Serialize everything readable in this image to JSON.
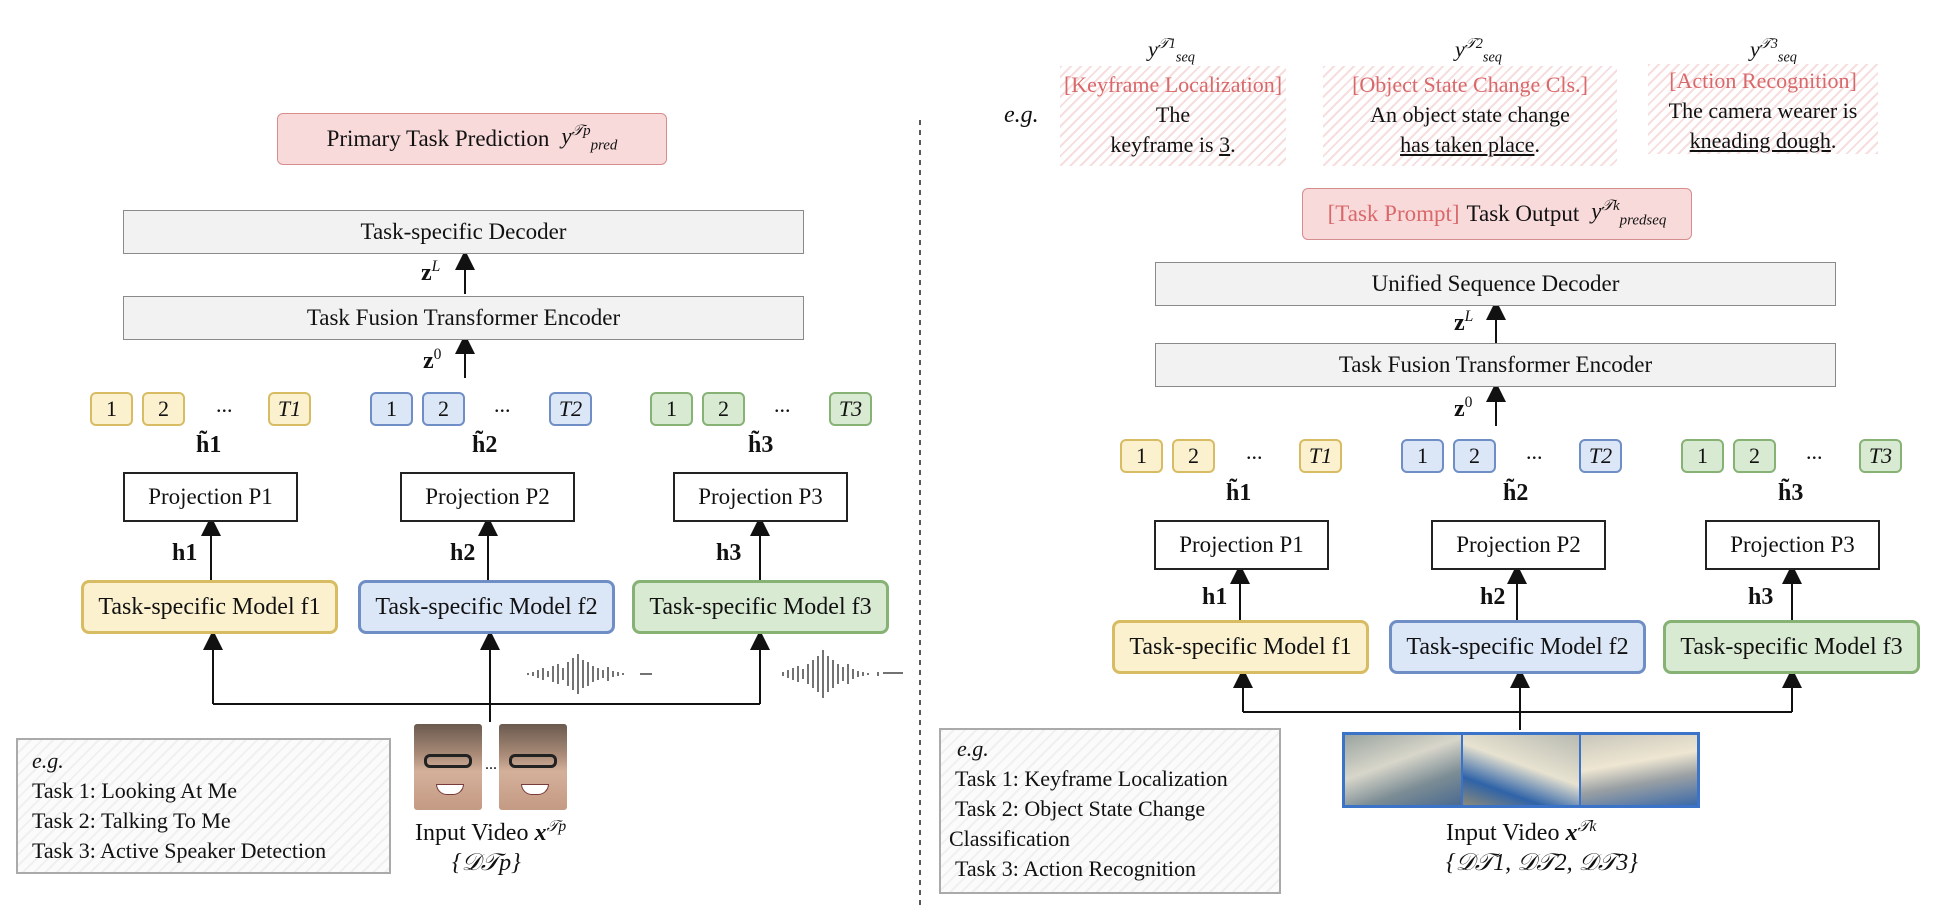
{
  "left": {
    "pred_label": "Primary Task Prediction",
    "pred_sym": "y",
    "pred_sup": "𝒯p",
    "pred_sub": "pred",
    "decoder": "Task-specific Decoder",
    "encoder": "Task Fusion Transformer Encoder",
    "zL": "z",
    "zL_sup": "L",
    "z0": "z",
    "z0_sup": "0",
    "tokens": [
      {
        "a": "1",
        "b": "2",
        "dots": "...",
        "last": "T1"
      },
      {
        "a": "1",
        "b": "2",
        "dots": "...",
        "last": "T2"
      },
      {
        "a": "1",
        "b": "2",
        "dots": "...",
        "last": "T3"
      }
    ],
    "htilde": [
      "h̃1",
      "h̃2",
      "h̃3"
    ],
    "projections": [
      "Projection P1",
      "Projection P2",
      "Projection P3"
    ],
    "h": [
      "h1",
      "h2",
      "h3"
    ],
    "models": [
      "Task-specific Model f1",
      "Task-specific Model f2",
      "Task-specific Model f3"
    ],
    "eg_title": "e.g.",
    "eg_lines": [
      "Task 1: Looking At Me",
      "Task 2: Talking To Me",
      "Task 3: Active Speaker Detection"
    ],
    "input_label": "Input Video",
    "input_sym": "x",
    "input_sup": "𝒯p",
    "dataset": "{𝒟𝒯p}",
    "frames_dots": "..."
  },
  "right": {
    "eg": "e.g.",
    "examples": [
      {
        "sym": "y",
        "sup": "𝒯1",
        "sub": "seq",
        "red": "[Keyframe Localization]",
        "text1": "The",
        "text2": "keyframe is ",
        "underline": "3",
        "end": "."
      },
      {
        "sym": "y",
        "sup": "𝒯2",
        "sub": "seq",
        "red": "[Object State Change Cls.]",
        "text1": "An object state change",
        "text2": "",
        "underline": "has taken place",
        "end": "."
      },
      {
        "sym": "y",
        "sup": "𝒯3",
        "sub": "seq",
        "red": "[Action Recognition]",
        "text1": "The camera wearer is",
        "text2": "",
        "underline": "kneading dough",
        "end": "."
      }
    ],
    "prompt_red": "[Task Prompt]",
    "prompt_text": "Task Output",
    "prompt_sym": "y",
    "prompt_sup": "𝒯k",
    "prompt_sub": "predseq",
    "decoder": "Unified Sequence Decoder",
    "encoder": "Task Fusion Transformer Encoder",
    "zL": "z",
    "zL_sup": "L",
    "z0": "z",
    "z0_sup": "0",
    "tokens": [
      {
        "a": "1",
        "b": "2",
        "dots": "...",
        "last": "T1"
      },
      {
        "a": "1",
        "b": "2",
        "dots": "...",
        "last": "T2"
      },
      {
        "a": "1",
        "b": "2",
        "dots": "...",
        "last": "T3"
      }
    ],
    "htilde": [
      "h̃1",
      "h̃2",
      "h̃3"
    ],
    "projections": [
      "Projection P1",
      "Projection P2",
      "Projection  P3"
    ],
    "h": [
      "h1",
      "h2",
      "h3"
    ],
    "models": [
      "Task-specific Model f1",
      "Task-specific Model f2",
      "Task-specific Model f3"
    ],
    "eg_title": "e.g.",
    "eg_lines": [
      "Task 1: Keyframe Localization",
      "Task 2: Object State Change",
      "Classification",
      "Task 3: Action Recognition"
    ],
    "input_label": "Input Video",
    "input_sym": "x",
    "input_sup": "𝒯k",
    "dataset": "{𝒟𝒯1, 𝒟𝒯2, 𝒟𝒯3}"
  }
}
